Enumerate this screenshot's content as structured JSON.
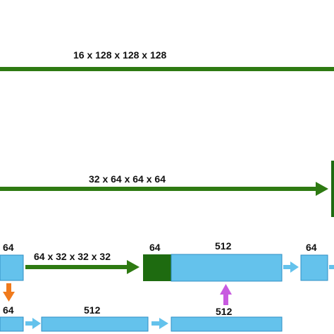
{
  "colors": {
    "skip_arrow": "#2e7a12",
    "feature_block": "#64c2ec",
    "block_edge": "#2f8fc4",
    "concat_block": "#1e6b10",
    "down_arrow": "#f07a1c",
    "up_arrow": "#c85ae0",
    "flow_arrow": "#64c2ec"
  },
  "labels": {
    "skip1": "16 x 128 x 128 x 128",
    "skip2": "32 x 64 x 64 x 64",
    "skip3": "64 x 32 x 32 x 32",
    "left_block_top": "64",
    "concat_block": "64",
    "wide_block_top": "512",
    "right_block_top": "64",
    "left_block_bottom": "64",
    "wide_block_bottom": "512",
    "up_arrow_label": "512"
  }
}
